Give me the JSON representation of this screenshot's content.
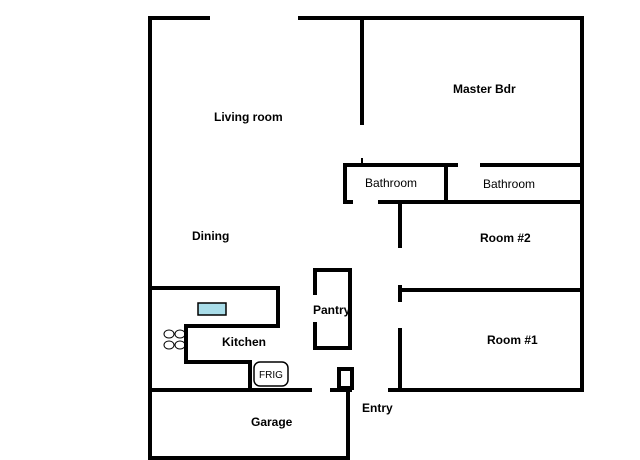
{
  "rooms": {
    "living_room": "Living room",
    "master_bdr": "Master Bdr",
    "bathroom_1": "Bathroom",
    "bathroom_2": "Bathroom",
    "dining": "Dining",
    "room_2": "Room #2",
    "pantry": "Pantry",
    "kitchen": "Kitchen",
    "room_1": "Room #1",
    "garage": "Garage",
    "entry": "Entry"
  },
  "fixtures": {
    "fridge": "FRIG"
  },
  "colors": {
    "walls": "#000000",
    "sink": "#a9dde9",
    "background": "#ffffff"
  }
}
